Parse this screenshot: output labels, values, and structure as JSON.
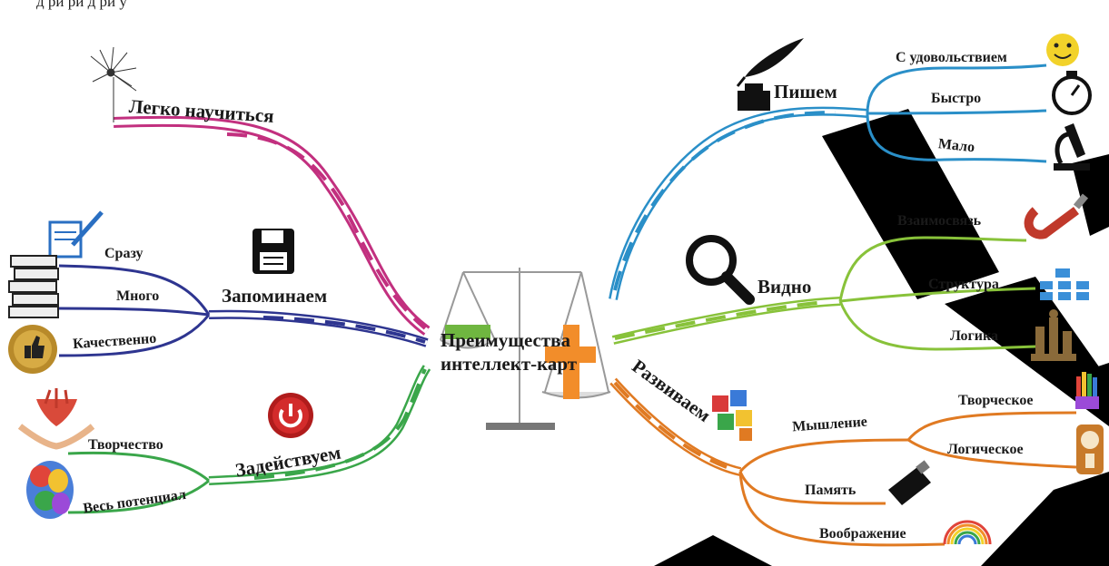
{
  "top_text": "д                         ри                  ри д                ри у",
  "center": {
    "line1": "Преимущества",
    "line2": "интеллект-карт"
  },
  "left": {
    "easy": {
      "label": "Легко научиться"
    },
    "remember": {
      "label": "Запоминаем",
      "subs": [
        "Сразу",
        "Много",
        "Качественно"
      ]
    },
    "engage": {
      "label": "Задействуем",
      "subs": [
        "Творчество",
        "Весь потенциал"
      ]
    }
  },
  "right": {
    "write": {
      "label": "Пишем",
      "subs": [
        "С удовольствием",
        "Быстро",
        "Мало"
      ]
    },
    "see": {
      "label": "Видно",
      "subs": [
        "Взаимосвязь",
        "Структура",
        "Логика"
      ]
    },
    "develop": {
      "label": "Развиваем",
      "subs": [
        "Мышление",
        "Память",
        "Воображение"
      ],
      "thinking_subs": [
        "Творческое",
        "Логическое"
      ]
    }
  },
  "colors": {
    "magenta": "#c2307f",
    "navy": "#2e3590",
    "green": "#3aa64a",
    "blue": "#2a8fc8",
    "lime": "#88c23a",
    "orange": "#e07a22"
  }
}
